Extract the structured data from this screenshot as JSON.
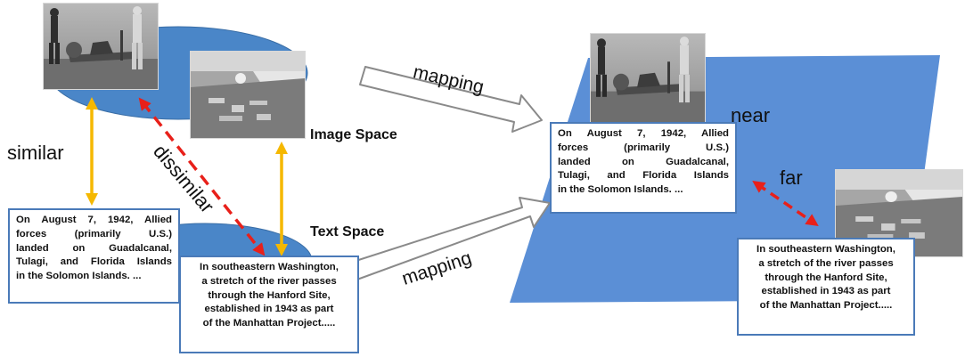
{
  "image_space_label": "Image Space",
  "text_space_label": "Text Space",
  "similar_label": "similar",
  "dissimilar_label": "dissimilar",
  "mapping_top_label": "mapping",
  "mapping_bottom_label": "mapping",
  "near_label": "near",
  "far_label": "far",
  "guadalcanal_lines": [
    "On August 7, 1942, Allied",
    "forces (primarily U.S.)",
    "landed on Guadalcanal,",
    "Tulagi, and Florida Islands",
    "in the Solomon Islands. ..."
  ],
  "hanford_lines": [
    "In southeastern Washington,",
    "a stretch of the river passes",
    "through the Hanford Site,",
    "established in 1943 as part",
    "of the Manhattan Project....."
  ],
  "colors": {
    "ellipse_fill": "#4a86c8",
    "parallelogram_fill": "#5b8fd6",
    "similar_arrow": "#f5b800",
    "dissimilar_arrow": "#e8201a",
    "mapping_arrow_stroke": "#8a8a8a",
    "textbox_border": "#4a7ab8"
  },
  "images": [
    {
      "name": "aircraft-carrier-photo",
      "subject": "men launching a propeller plane on a carrier deck",
      "tone": "grayscale"
    },
    {
      "name": "hanford-site-photo",
      "subject": "aerial view of industrial site by a river",
      "tone": "grayscale"
    }
  ]
}
